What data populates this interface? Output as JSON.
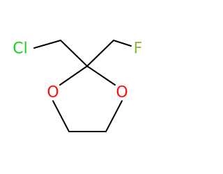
{
  "molecule": {
    "atoms": {
      "chlorine": "Cl",
      "fluorine": "F",
      "oxygen_left": "O",
      "oxygen_right": "O"
    },
    "colors": {
      "chlorine": "#1fd01f",
      "fluorine": "#8fb93a",
      "oxygen": "#ff0d0d",
      "bond": "#000000"
    }
  }
}
